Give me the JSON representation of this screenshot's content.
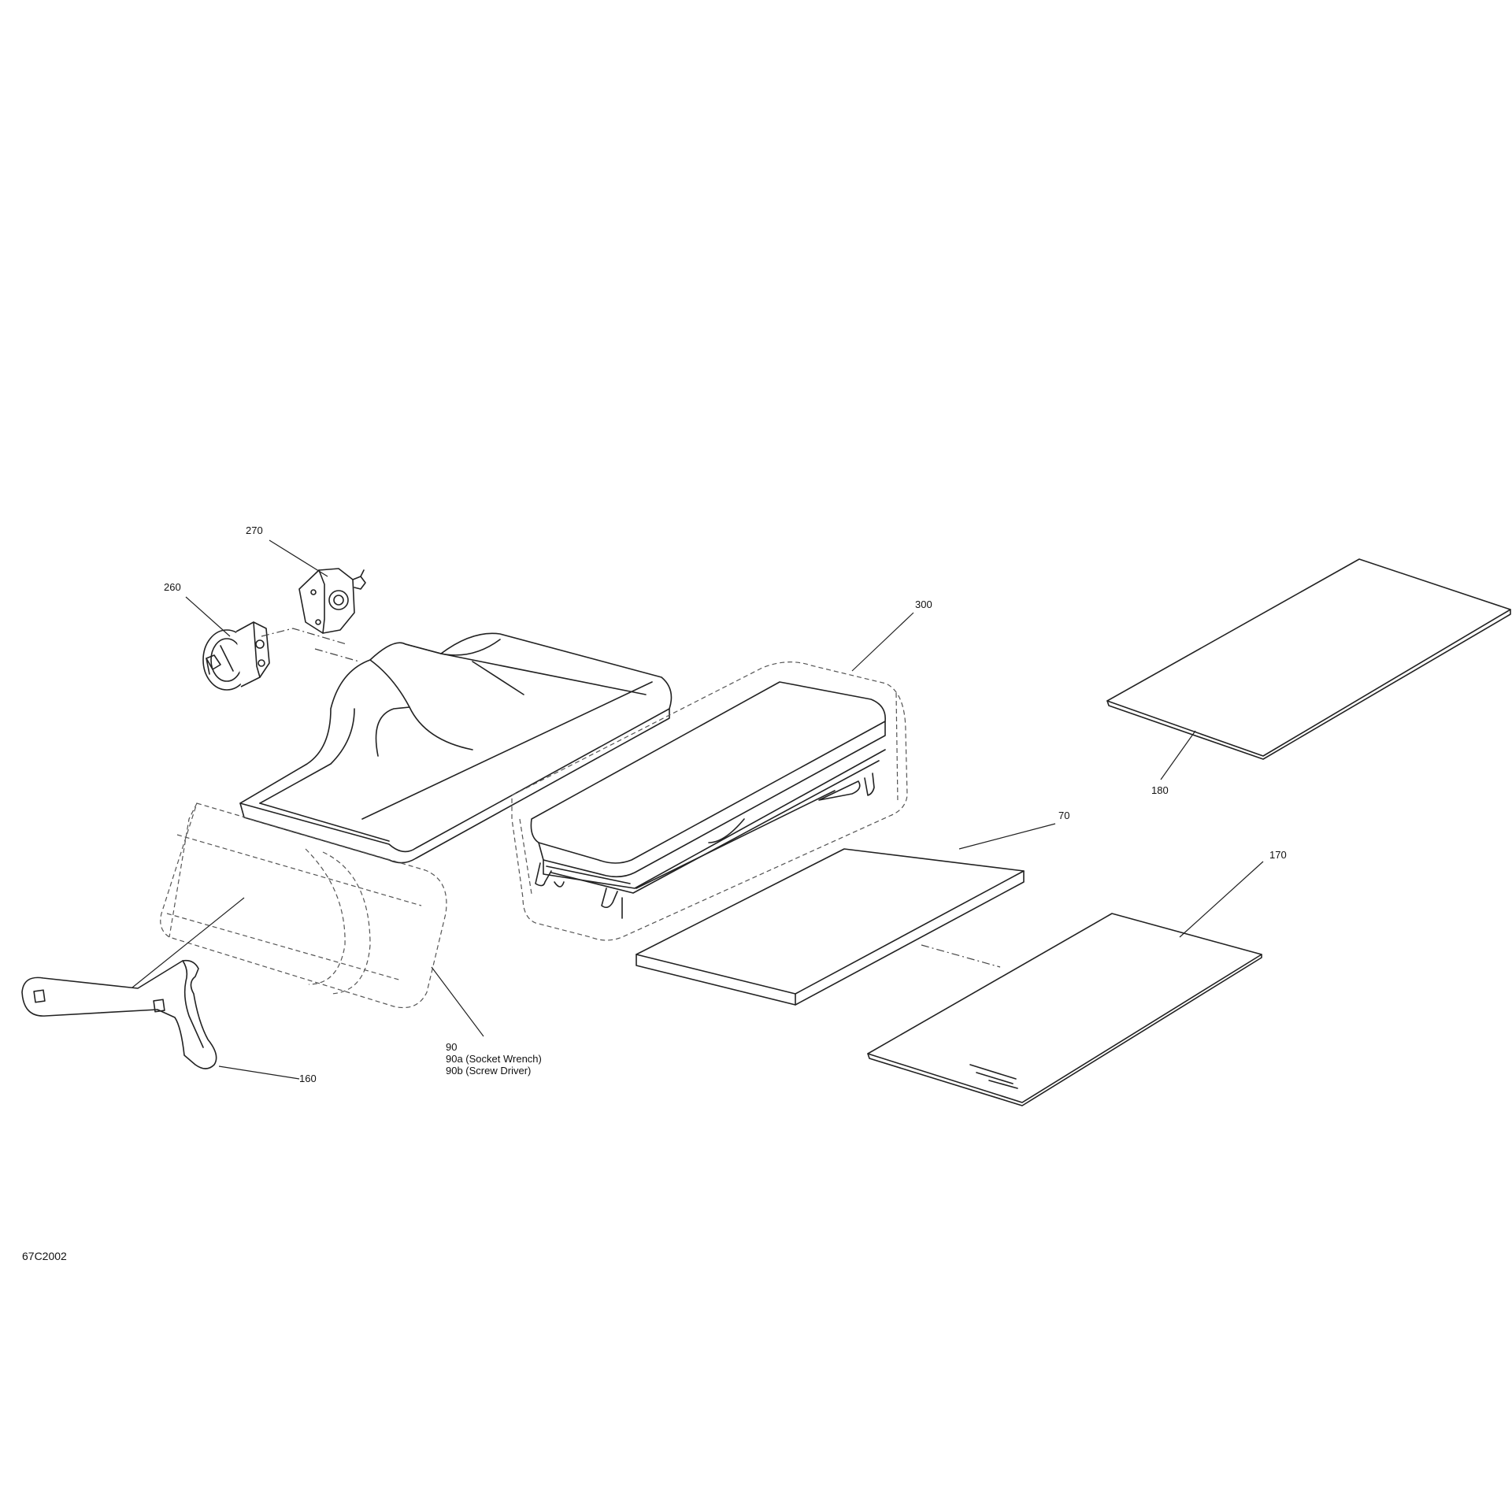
{
  "drawing_number": "67C2002",
  "callouts": {
    "c270": "270",
    "c260": "260",
    "c300": "300",
    "c180": "180",
    "c70": "70",
    "c170": "170",
    "c160": "160",
    "c90": "90",
    "c90a": "90a (Socket Wrench)",
    "c90b": "90b (Screw Driver)"
  },
  "colors": {
    "line": "#222222",
    "background": "#ffffff"
  }
}
